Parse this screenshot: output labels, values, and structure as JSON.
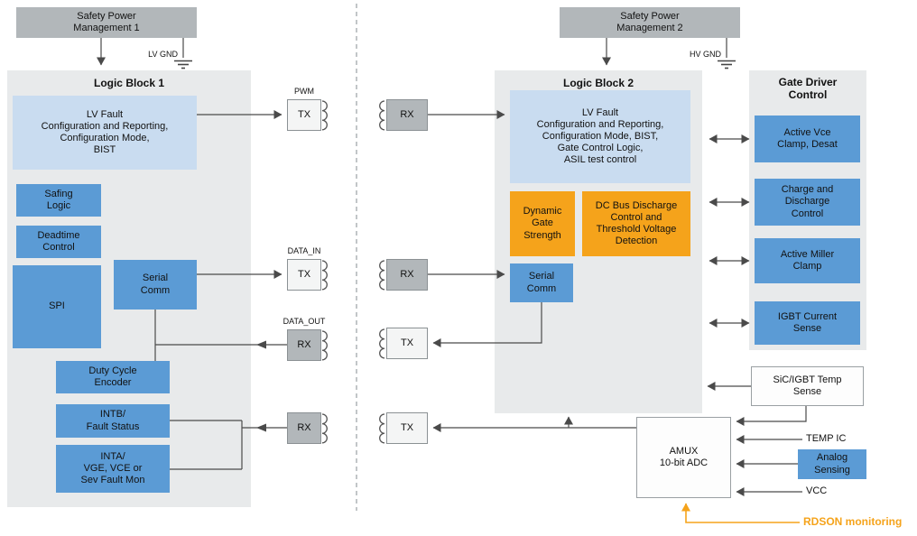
{
  "left": {
    "spm": "Safety Power\nManagement 1",
    "gnd": "LV GND",
    "block_title": "Logic Block 1",
    "lv_fault": "LV Fault\nConfiguration and Reporting,\nConfiguration Mode,\nBIST",
    "safing": "Safing\nLogic",
    "deadtime": "Deadtime\nControl",
    "spi": "SPI",
    "serial": "Serial\nComm",
    "duty": "Duty Cycle\nEncoder",
    "intb": "INTB/\nFault Status",
    "inta": "INTA/\nVGE, VCE or\nSev Fault Mon",
    "ports": {
      "pwm": {
        "label": "PWM",
        "dir": "TX"
      },
      "data_in": {
        "label": "DATA_IN",
        "dir": "TX"
      },
      "data_out": {
        "label": "DATA_OUT",
        "dir": "RX"
      },
      "fault": {
        "dir": "RX"
      }
    }
  },
  "right": {
    "spm": "Safety Power\nManagement 2",
    "gnd": "HV GND",
    "block_title": "Logic Block 2",
    "lv_fault": "LV Fault\nConfiguration and Reporting,\nConfiguration Mode, BIST,\nGate Control Logic,\nASIL test control",
    "dynamic_gate": "Dynamic\nGate\nStrength",
    "dc_bus": "DC Bus Discharge\nControl and\nThreshold Voltage\nDetection",
    "serial": "Serial\nComm",
    "ports": {
      "rx1": "RX",
      "rx2": "RX",
      "tx1": "TX",
      "tx2": "TX"
    },
    "gate_driver": {
      "title": "Gate Driver\nControl",
      "active_vce": "Active Vce\nClamp, Desat",
      "charge": "Charge and\nDischarge\nControl",
      "miller": "Active Miller\nClamp",
      "igbt": "IGBT Current\nSense"
    },
    "temp_sense": "SiC/IGBT Temp\nSense",
    "amux": "AMUX\n10-bit ADC",
    "temp_ic": "TEMP IC",
    "analog_sensing": "Analog\nSensing",
    "vcc": "VCC",
    "rdson": "RDSON monitoring"
  },
  "colors": {
    "gray": "#b2b7ba",
    "container": "#e8eaeb",
    "light_blue": "#c9dcf0",
    "blue": "#5b9bd5",
    "orange": "#f5a31b",
    "line": "#4a4a4a"
  }
}
